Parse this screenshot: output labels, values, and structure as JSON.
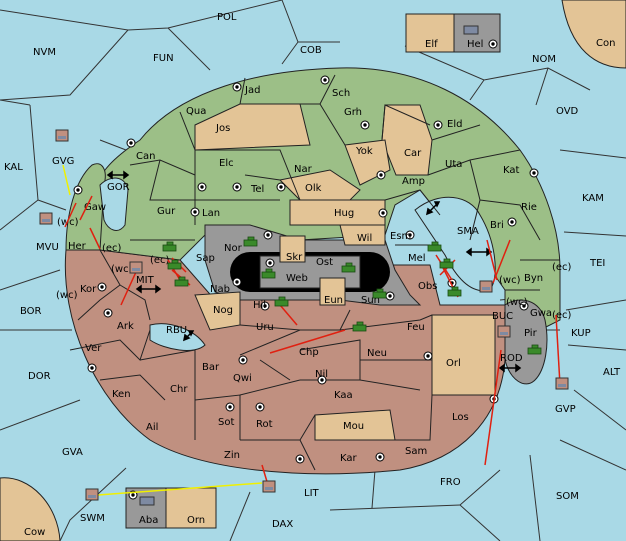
{
  "colors": {
    "sea": "#a9d9e6",
    "green": "#9cbf87",
    "red": "#c09080",
    "tan": "#e3c496",
    "gray": "#999999",
    "black": "#000000",
    "move_red": "#e02010",
    "move_yellow": "#f0f000",
    "support_black": "#000000",
    "unit_green": "#3a8a2a",
    "unit_gray": "#7e8aa2"
  },
  "labels": {
    "POL": "POL",
    "NVM": "NVM",
    "FUN": "FUN",
    "COB": "COB",
    "NOM": "NOM",
    "Con": "Con",
    "Elf": "Elf",
    "Hel": "Hel",
    "OVD": "OVD",
    "KAL": "KAL",
    "GVG": "GVG",
    "GOR": "GOR",
    "MVU": "MVU",
    "Jad": "Jad",
    "Sch": "Sch",
    "Qua": "Qua",
    "Jos": "Jos",
    "Grh": "Grh",
    "Eld": "Eld",
    "Can": "Can",
    "Yok": "Yok",
    "Car": "Car",
    "Uta": "Uta",
    "Kat": "Kat",
    "KAM": "KAM",
    "Elc": "Elc",
    "Nar": "Nar",
    "Tel": "Tel",
    "Olk": "Olk",
    "Amp": "Amp",
    "Gaw": "Gaw",
    "Gur": "Gur",
    "Lan": "Lan",
    "Hug": "Hug",
    "Rie": "Rie",
    "Bri": "Bri",
    "SMA": "SMA",
    "Wil": "Wil",
    "Esm": "Esm",
    "Her": "Her",
    "Nor": "Nor",
    "Skr": "Skr",
    "TEI": "TEI",
    "Sap": "Sap",
    "Ost": "Ost",
    "Mel": "Mel",
    "Byn": "Byn",
    "Web": "Web",
    "Kor": "Kor",
    "MIT": "MIT",
    "Nab": "Nab",
    "Obs": "Obs",
    "BOR": "BOR",
    "Eun": "Eun",
    "Sun": "Sun",
    "Gwa": "Gwa",
    "Hil": "Hil",
    "Nog": "Nog",
    "BUC": "BUC",
    "Ark": "Ark",
    "RBU": "RBU",
    "Uru": "Uru",
    "Feu": "Feu",
    "Pir": "Pir",
    "KUP": "KUP",
    "Ver": "Ver",
    "Chp": "Chp",
    "Neu": "Neu",
    "DOR": "DOR",
    "Orl": "Orl",
    "ROD": "ROD",
    "Bar": "Bar",
    "Qwi": "Qwi",
    "Nil": "Nil",
    "ALT": "ALT",
    "Ken": "Ken",
    "Chr": "Chr",
    "Kaa": "Kaa",
    "GVP": "GVP",
    "Sot": "Sot",
    "Rot": "Rot",
    "Ail": "Ail",
    "Mou": "Mou",
    "Los": "Los",
    "GVA": "GVA",
    "Sam": "Sam",
    "Zin": "Zin",
    "Kar": "Kar",
    "FRO": "FRO",
    "LIT": "LIT",
    "SOM": "SOM",
    "SWM": "SWM",
    "Aba": "Aba",
    "Orn": "Orn",
    "DAX": "DAX",
    "Cow": "Cow"
  },
  "coast_tags": {
    "wc1": "(wc)",
    "ec1": "(ec)",
    "wc2": "(wc)",
    "ec2": "(ec)",
    "wc3": "(wc)",
    "ec3": "(ec)",
    "wc4": "(wc)",
    "ec4": "(ec)",
    "wc5": "(wc)"
  },
  "armies": [
    "Sap",
    "Sap-sup",
    "Nor",
    "Ost",
    "Web",
    "Mel",
    "Obs",
    "Hil",
    "Uru",
    "Sun",
    "Pir",
    "Hel-unit"
  ],
  "fleets": [
    "GVG",
    "MVU",
    "MIT",
    "BUC",
    "ROD",
    "GVP",
    "SWM",
    "LIT",
    "Aba",
    "Hel"
  ]
}
